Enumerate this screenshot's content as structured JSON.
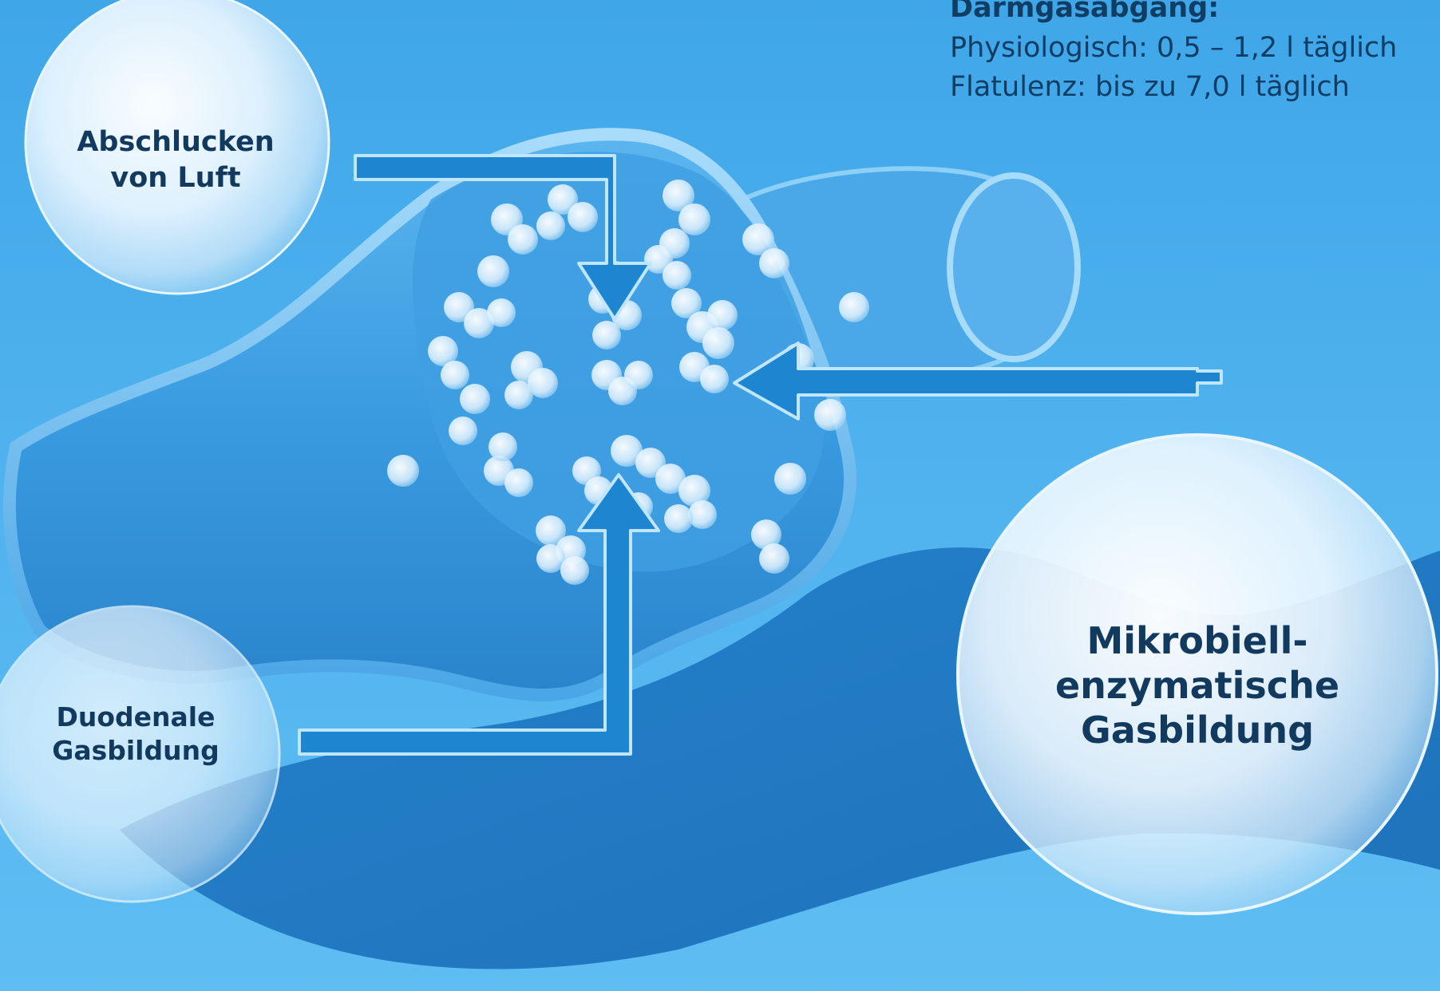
{
  "info": {
    "heading": "Darmgasabgang:",
    "line1": "Physiologisch: 0,5 – 1,2 l täglich",
    "line2": "Flatulenz: bis zu 7,0 l täglich"
  },
  "sources": {
    "air": [
      "Abschlucken",
      "von Luft"
    ],
    "duodenal": [
      "Duodenale",
      "Gasbildung"
    ],
    "microbial": [
      "Mikrobiell-",
      "enzymatische",
      "Gasbildung"
    ]
  },
  "colors": {
    "background": "#4fb2ee",
    "intestine": "#2f8fd6",
    "shadow": "#1b78c4",
    "arrow": "#1e86d0",
    "text": "#123a5e"
  }
}
